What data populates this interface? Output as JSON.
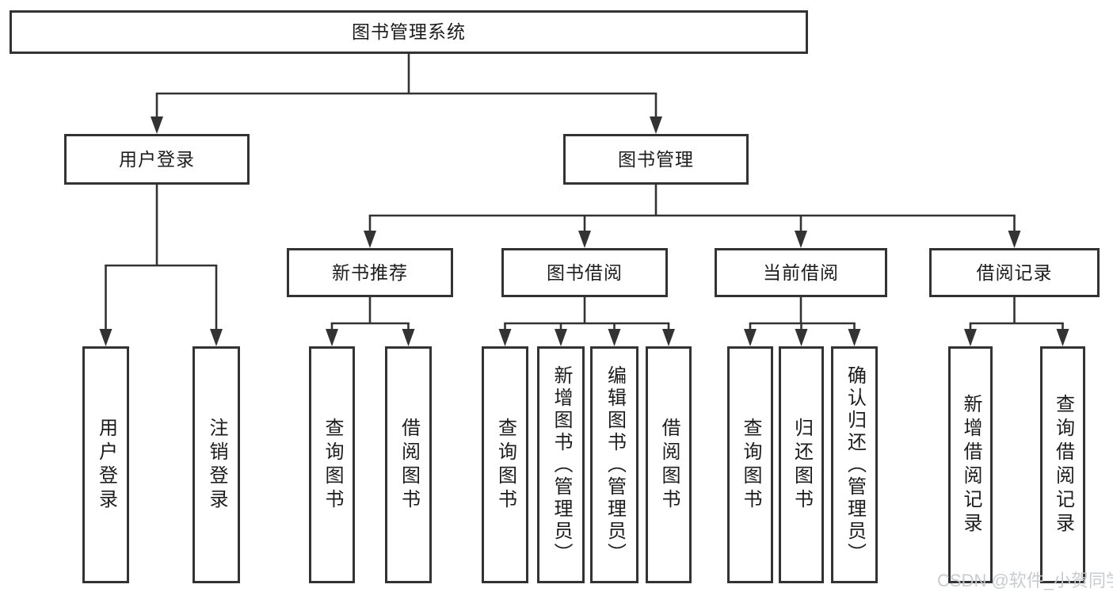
{
  "diagram_title": "图书管理系统",
  "nodes": {
    "root": {
      "label": "图书管理系统"
    },
    "level2": [
      {
        "label": "用户登录"
      },
      {
        "label": "图书管理"
      }
    ],
    "level3": [
      {
        "label": "新书推荐"
      },
      {
        "label": "图书借阅"
      },
      {
        "label": "当前借阅"
      },
      {
        "label": "借阅记录"
      }
    ],
    "level4": [
      {
        "label": "用户登录",
        "parent": "用户登录"
      },
      {
        "label": "注销登录",
        "parent": "用户登录"
      },
      {
        "label": "查询图书",
        "parent": "新书推荐"
      },
      {
        "label": "借阅图书",
        "parent": "新书推荐"
      },
      {
        "label": "查询图书",
        "parent": "图书借阅"
      },
      {
        "label": "新增图书（管理员）",
        "parent": "图书借阅"
      },
      {
        "label": "编辑图书（管理员）",
        "parent": "图书借阅"
      },
      {
        "label": "借阅图书",
        "parent": "图书借阅"
      },
      {
        "label": "查询图书",
        "parent": "当前借阅"
      },
      {
        "label": "归还图书",
        "parent": "当前借阅"
      },
      {
        "label": "确认归还（管理员）",
        "parent": "当前借阅"
      },
      {
        "label": "新增借阅记录",
        "parent": "借阅记录"
      },
      {
        "label": "查询借阅记录",
        "parent": "借阅记录"
      }
    ]
  },
  "watermark": {
    "text": "CSDN @软件_小贺同学"
  },
  "colors": {
    "line": "#333333",
    "box_border": "#333333",
    "text": "#1c1c1c",
    "watermark": "#c6c9cc",
    "background": "#ffffff"
  }
}
